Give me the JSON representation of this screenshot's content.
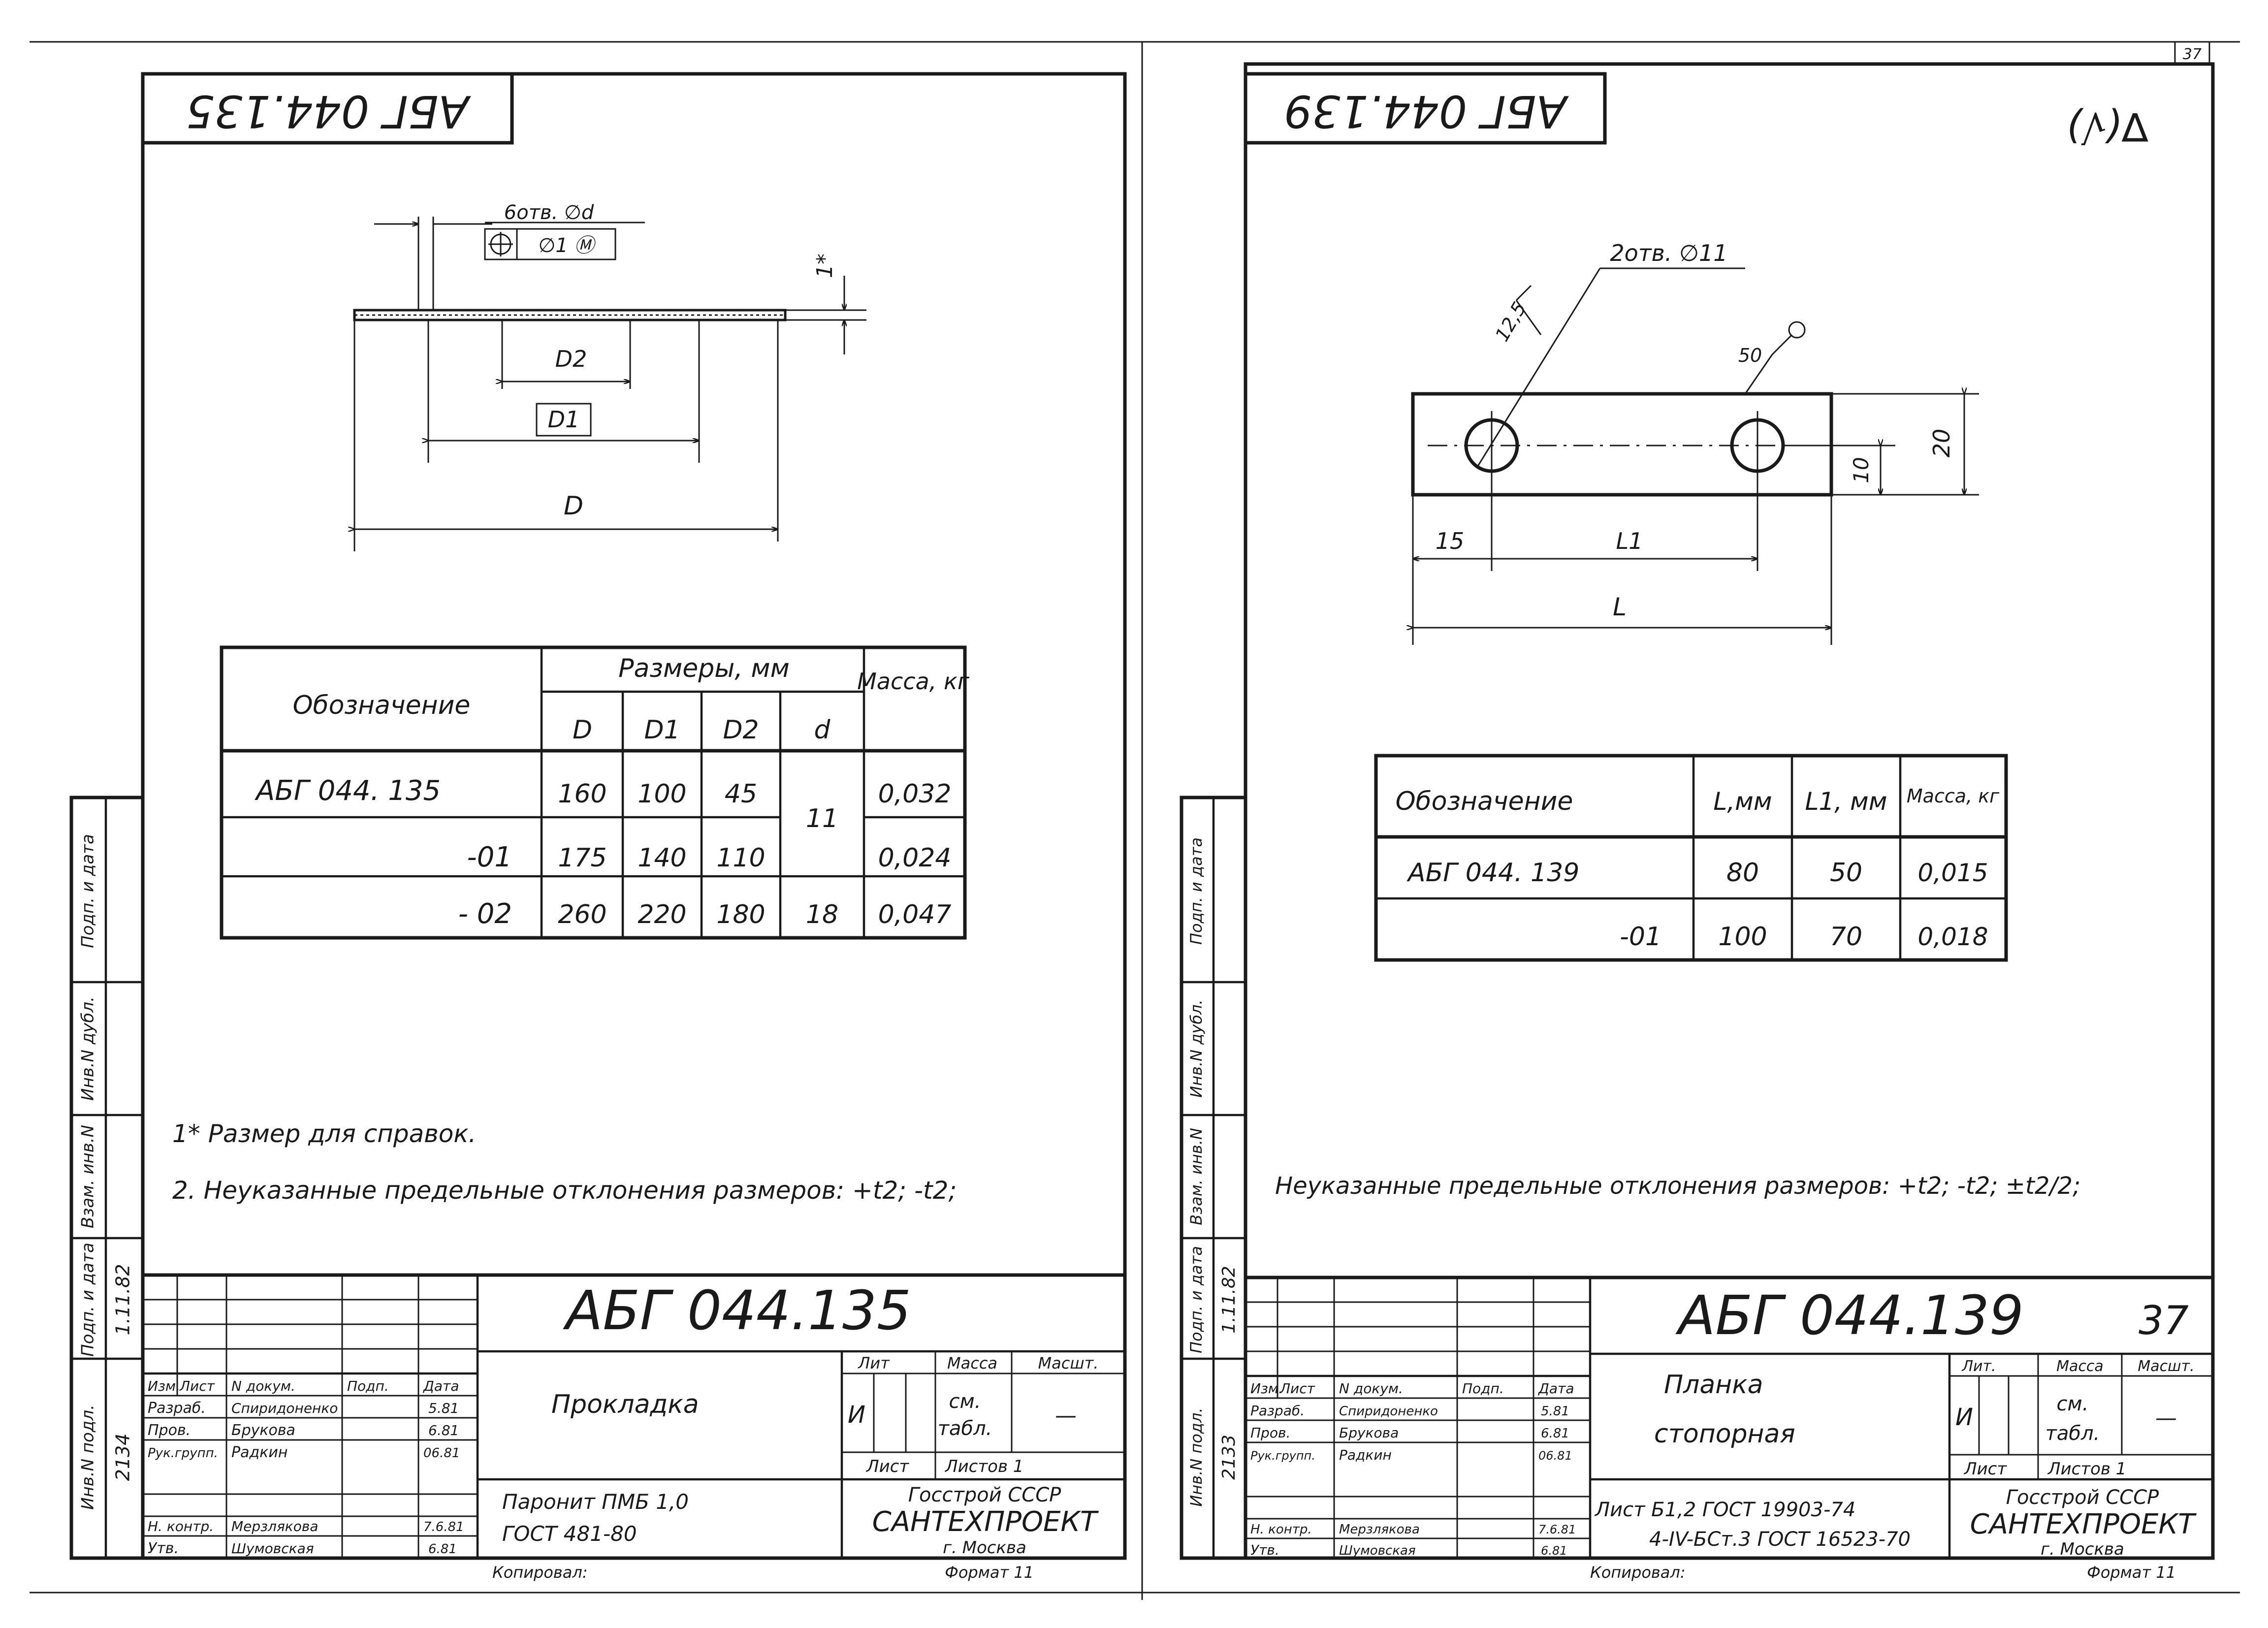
{
  "page_number": "37",
  "left": {
    "stamp_code": "АБГ 044.135",
    "drawing": {
      "holes_note": "6отв. ∅d",
      "tolerance_value": "∅1 Ⓜ",
      "dim_thickness": "1*",
      "dim_D2": "D2",
      "dim_D1": "D1",
      "dim_D": "D"
    },
    "table": {
      "col_designation": "Обозначение",
      "col_sizes": "Размеры, мм",
      "col_D": "D",
      "col_D1": "D1",
      "col_D2": "D2",
      "col_d": "d",
      "col_mass": "Масса, кг",
      "rows": [
        {
          "designation": "АБГ 044. 135",
          "D": "160",
          "D1": "100",
          "D2": "45",
          "mass": "0,032"
        },
        {
          "designation": "-01",
          "D": "175",
          "D1": "140",
          "D2": "110",
          "mass": "0,024"
        },
        {
          "designation": "- 02",
          "D": "260",
          "D1": "220",
          "D2": "180",
          "d": "18",
          "mass": "0,047"
        }
      ],
      "d_merged": "11"
    },
    "notes": [
      "1* Размер для справок.",
      "2. Неуказанные предельные отклонения размеров: +t2; -t2;"
    ],
    "title_block": {
      "code": "АБГ 044.135",
      "name": "Прокладка",
      "material_line1": "Паронит ПМБ 1,0",
      "material_line2": "ГОСТ 481-80",
      "lit_label": "Лит",
      "mass_label": "Масса",
      "scale_label": "Масшт.",
      "lit_value": "И",
      "mass_value_1": "см.",
      "mass_value_2": "табл.",
      "scale_value": "—",
      "sheet_label": "Лист",
      "sheets_label": "Листов 1",
      "org1": "Госстрой СССР",
      "org2": "САНТЕХПРОЕКТ",
      "org3": "г. Москва",
      "roles": [
        {
          "role": "Изм.",
          "name": "Лист",
          "doc": "N докум.",
          "sign": "Подп.",
          "date": "Дата"
        },
        {
          "role": "Разраб.",
          "name": "Спиридоненко",
          "sign": "",
          "date": "5.81"
        },
        {
          "role": "Пров.",
          "name": "Брукова",
          "sign": "",
          "date": "6.81"
        },
        {
          "role": "Рук.групп.",
          "name": "Радкин",
          "sign": "",
          "date": "06.81"
        },
        {
          "role": "Н. контр.",
          "name": "Мерзлякова",
          "sign": "",
          "date": "7.6.81"
        },
        {
          "role": "Утв.",
          "name": "Шумовская",
          "sign": "",
          "date": "6.81"
        }
      ],
      "copied": "Копировал:",
      "format": "Формат 11"
    },
    "side_stamp": {
      "inv_orig": "Инв.N подл.",
      "inv_orig_val": "2134",
      "sign_date": "Подп. и дата",
      "sign_date_val": "1.11.82",
      "replace_inv": "Взам. инв.N",
      "inv_dup": "Инв.N дубл.",
      "sign_date2": "Подп. и дата"
    }
  },
  "right": {
    "stamp_code": "АБГ 044.139",
    "roughness": "∇(√)",
    "drawing": {
      "holes_note": "2отв. ∅11",
      "chamfer": "12,5",
      "roughness_mark": "50",
      "dim_20": "20",
      "dim_10": "10",
      "dim_15": "15",
      "dim_L1": "L1",
      "dim_L": "L"
    },
    "table": {
      "col_designation": "Обозначение",
      "col_L": "L,мм",
      "col_L1": "L1, мм",
      "col_mass": "Масса, кг",
      "rows": [
        {
          "designation": "АБГ 044. 139",
          "L": "80",
          "L1": "50",
          "mass": "0,015"
        },
        {
          "designation": "-01",
          "L": "100",
          "L1": "70",
          "mass": "0,018"
        }
      ]
    },
    "notes": [
      "Неуказанные предельные отклонения размеров: +t2; -t2; ±t2/2;"
    ],
    "title_block": {
      "code": "АБГ 044.139",
      "sheet_num": "37",
      "name1": "Планка",
      "name2": "стопорная",
      "material_line1": "Лист  Б1,2 ГОСТ 19903-74",
      "material_line2": "4-IV-БСт.3 ГОСТ 16523-70",
      "lit_label": "Лит.",
      "mass_label": "Масса",
      "scale_label": "Масшт.",
      "lit_value": "И",
      "mass_value_1": "см.",
      "mass_value_2": "табл.",
      "scale_value": "—",
      "sheet_label": "Лист",
      "sheets_label": "Листов 1",
      "org1": "Госстрой СССР",
      "org2": "САНТЕХПРОЕКТ",
      "org3": "г. Москва",
      "roles": [
        {
          "role": "Изм.",
          "name": "Лист",
          "doc": "N докум.",
          "sign": "Подп.",
          "date": "Дата"
        },
        {
          "role": "Разраб.",
          "name": "Спиридоненко",
          "sign": "",
          "date": "5.81"
        },
        {
          "role": "Пров.",
          "name": "Брукова",
          "sign": "",
          "date": "6.81"
        },
        {
          "role": "Рук.групп.",
          "name": "Радкин",
          "sign": "",
          "date": "06.81"
        },
        {
          "role": "Н. контр.",
          "name": "Мерзлякова",
          "sign": "",
          "date": "7.6.81"
        },
        {
          "role": "Утв.",
          "name": "Шумовская",
          "sign": "",
          "date": "6.81"
        }
      ],
      "copied": "Копировал:",
      "format": "Формат 11"
    },
    "side_stamp": {
      "inv_orig": "Инв.N подл.",
      "inv_orig_val": "2133",
      "sign_date": "Подп. и дата",
      "sign_date_val": "1.11.82",
      "replace_inv": "Взам. инв.N",
      "inv_dup": "Инв.N дубл.",
      "sign_date2": "Подп. и дата"
    }
  }
}
